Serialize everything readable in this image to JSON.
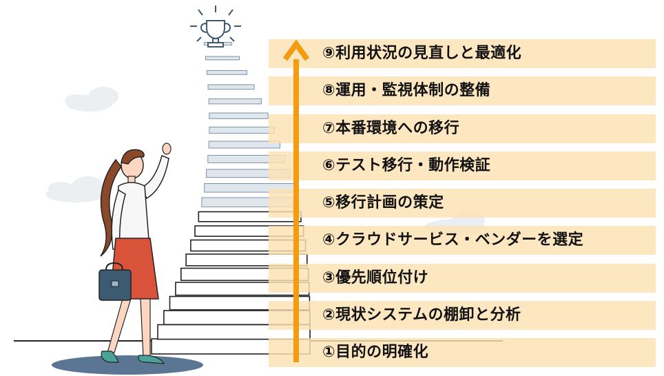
{
  "steps": [
    {
      "label": "①目的の明確化"
    },
    {
      "label": "②現状システムの棚卸と分析"
    },
    {
      "label": "③優先順位付け"
    },
    {
      "label": "④クラウドサービス・ベンダーを選定"
    },
    {
      "label": "⑤移行計画の策定"
    },
    {
      "label": "⑥テスト移行・動作検証"
    },
    {
      "label": "⑦本番環境への移行"
    },
    {
      "label": "⑧運用・監視体制の整備"
    },
    {
      "label": "⑨利用状況の見直しと最適化"
    }
  ],
  "colors": {
    "band": "#fde2b3",
    "arrow": "#f39c12",
    "skirt": "#d9533a",
    "briefcase": "#3d5a73",
    "stairs_outline": "#222222",
    "trophy": "#3d5a73"
  },
  "icons": [
    "trophy-icon",
    "briefcase-icon"
  ]
}
